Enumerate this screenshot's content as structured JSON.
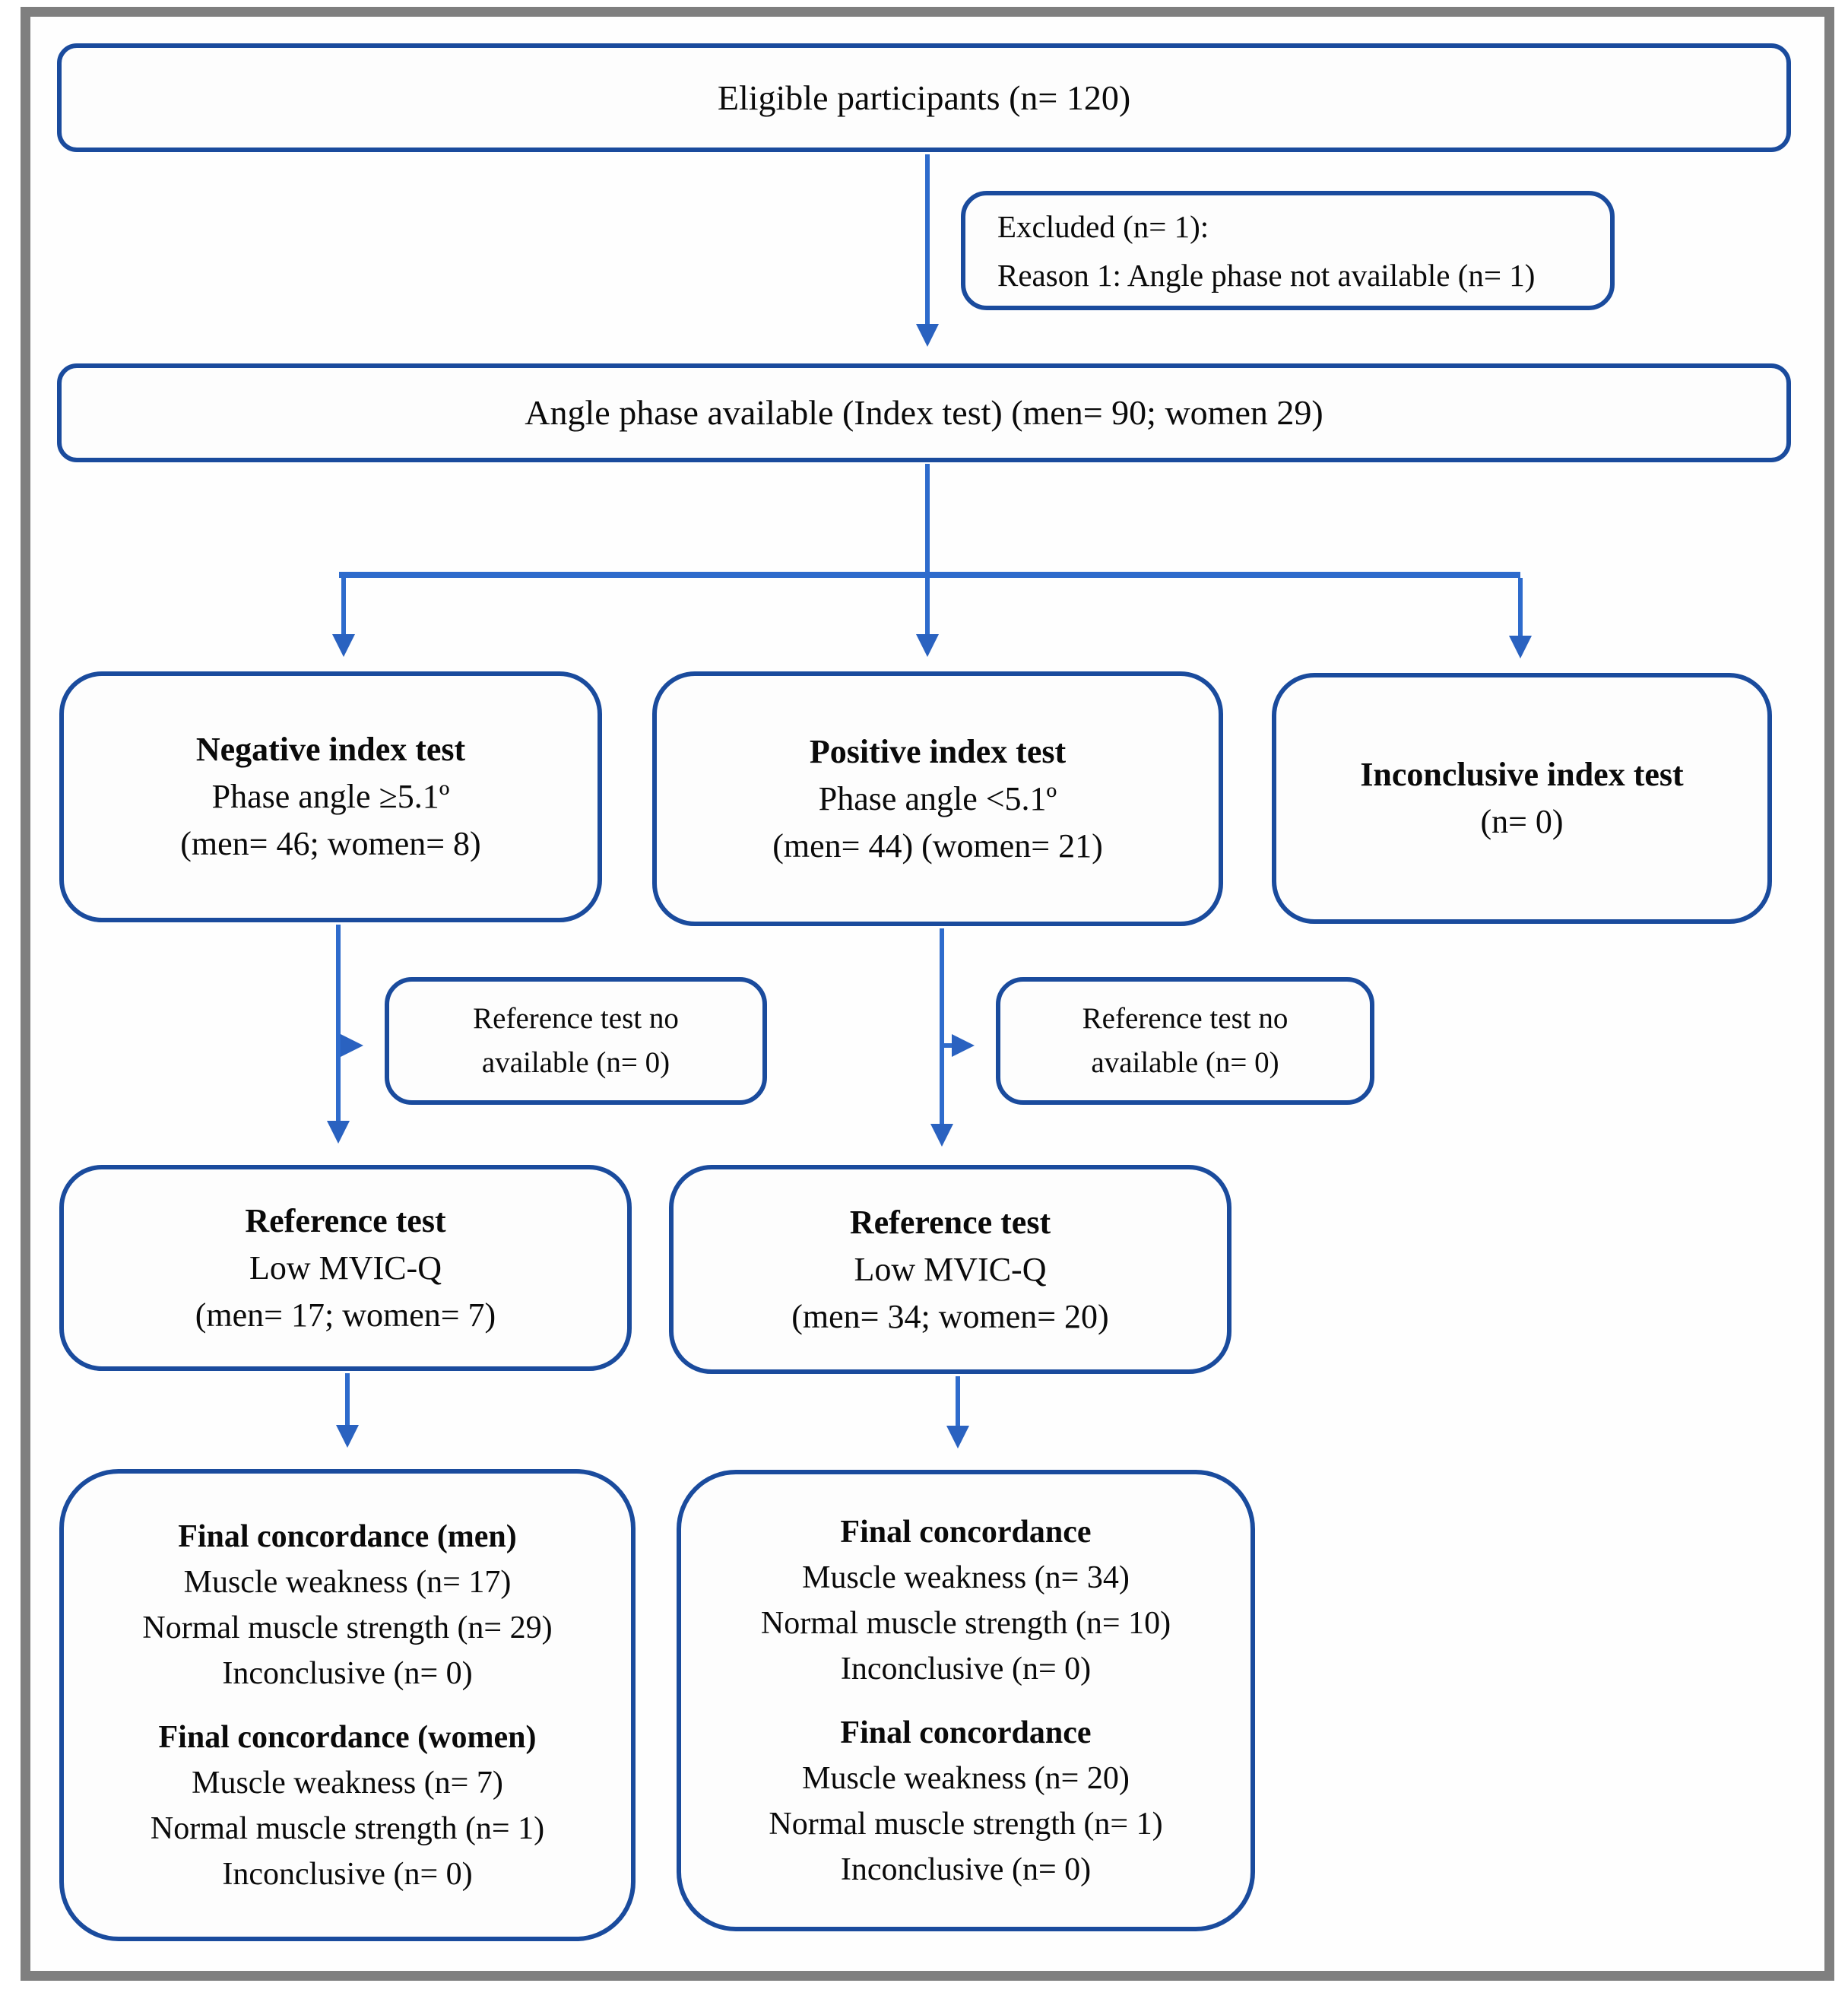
{
  "title": "Participant flow diagram",
  "colors": {
    "box_border": "#1a4b9d",
    "arrow": "#2e6bcc",
    "arrow_head": "#2a62c0",
    "frame": "#7f7f7f",
    "text": "#0a0a0a"
  },
  "nodes": {
    "eligible": {
      "text": "Eligible participants (n= 120)"
    },
    "excluded": {
      "line1": "Excluded (n= 1):",
      "line2": "Reason 1: Angle phase not available (n= 1)"
    },
    "angle_available": {
      "text": "Angle phase available (Index test) (men= 90; women 29)"
    },
    "negative_index": {
      "title": "Negative index test",
      "line2": "Phase angle ≥5.1º",
      "line3": "(men= 46; women= 8)"
    },
    "positive_index": {
      "title": "Positive index test",
      "line2": "Phase angle <5.1º",
      "line3": "(men= 44) (women= 21)"
    },
    "inconclusive_index": {
      "title": "Inconclusive index test",
      "line2": "(n= 0)"
    },
    "ref_unavailable_left": {
      "line1": "Reference test no",
      "line2": "available (n= 0)"
    },
    "ref_unavailable_right": {
      "line1": "Reference test no",
      "line2": "available (n= 0)"
    },
    "reference_left": {
      "title": "Reference test",
      "line2": "Low MVIC-Q",
      "line3": "(men= 17; women= 7)"
    },
    "reference_right": {
      "title": "Reference test",
      "line2": "Low MVIC-Q",
      "line3": "(men= 34; women= 20)"
    },
    "final_left": {
      "section1": {
        "title": "Final concordance (men)",
        "lines": [
          "Muscle weakness (n= 17)",
          "Normal muscle strength (n= 29)",
          "Inconclusive (n= 0)"
        ]
      },
      "section2": {
        "title": "Final concordance (women)",
        "lines": [
          "Muscle weakness (n= 7)",
          "Normal muscle strength (n= 1)",
          "Inconclusive (n= 0)"
        ]
      }
    },
    "final_right": {
      "section1": {
        "title": "Final concordance",
        "lines": [
          "Muscle weakness (n= 34)",
          "Normal muscle strength (n= 10)",
          "Inconclusive (n= 0)"
        ]
      },
      "section2": {
        "title": "Final concordance",
        "lines": [
          "Muscle weakness (n= 20)",
          "Normal muscle strength (n= 1)",
          "Inconclusive (n= 0)"
        ]
      }
    }
  }
}
